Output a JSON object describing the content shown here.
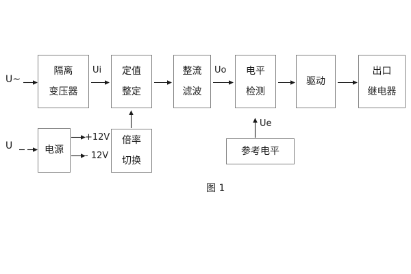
{
  "figure": {
    "caption": "图 1",
    "border_color": "#808080",
    "line_color": "#1a1a1a",
    "background": "#ffffff"
  },
  "inputs": [
    {
      "label": "U~",
      "name": "ac-input-label"
    },
    {
      "label": "U",
      "name": "power-input-label"
    }
  ],
  "signals": [
    {
      "label": "Ui",
      "name": "signal-ui"
    },
    {
      "label": "Uo",
      "name": "signal-uo"
    },
    {
      "label": "Ue",
      "name": "signal-ue"
    },
    {
      "label": "+12V",
      "name": "rail-positive-12v"
    },
    {
      "label": "- 12V",
      "name": "rail-negative-12v"
    }
  ],
  "blocks": {
    "isolation_transformer": {
      "line1": "隔离",
      "line2": "变压器"
    },
    "setting_value": {
      "line1": "定值",
      "line2": "整定"
    },
    "rectify_filter": {
      "line1": "整流",
      "line2": "滤波"
    },
    "level_detect": {
      "line1": "电平",
      "line2": "检测"
    },
    "drive": {
      "line1": "驱动"
    },
    "output_relay": {
      "line1": "出口",
      "line2": "继电器"
    },
    "power_supply": {
      "line1": "电源"
    },
    "multiplier_switch": {
      "line1": "倍率",
      "line2": "切换"
    },
    "reference_level": {
      "line1": "参考电平"
    }
  }
}
